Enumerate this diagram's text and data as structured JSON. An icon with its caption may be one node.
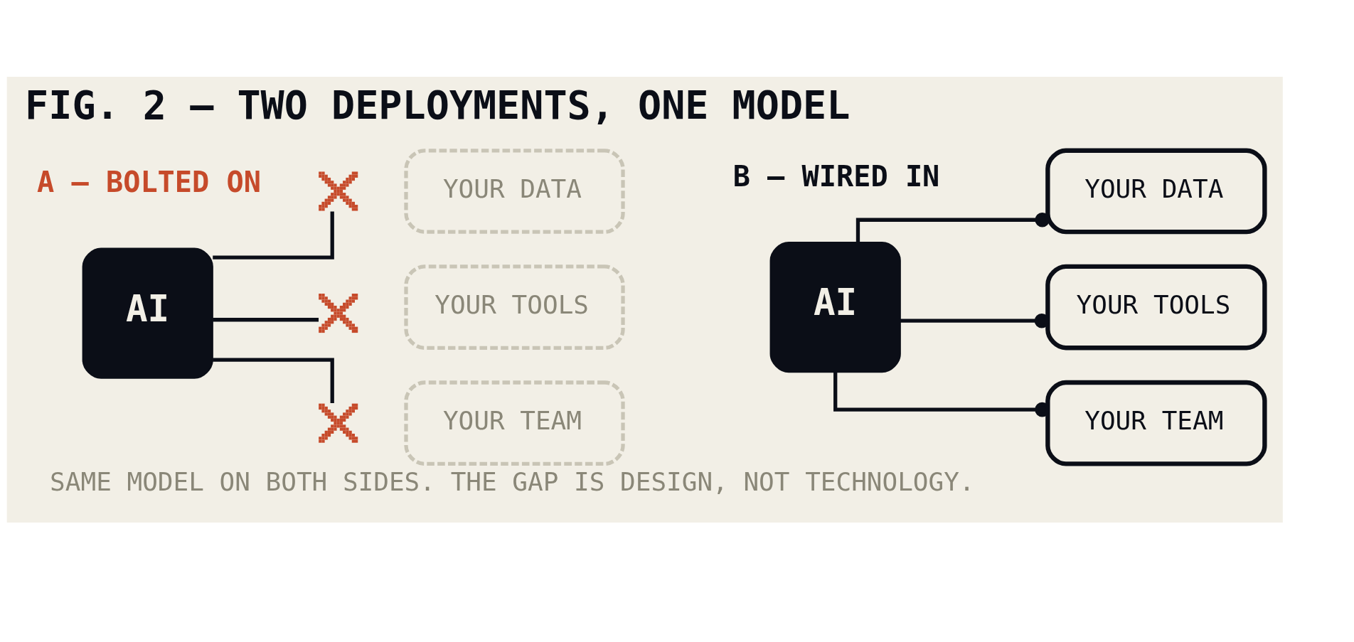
{
  "diagram": {
    "title": "FIG. 2 — TWO DEPLOYMENTS, ONE MODEL",
    "caption": "SAME MODEL ON BOTH SIDES. THE GAP IS DESIGN, NOT TECHNOLOGY.",
    "nodes": [
      {
        "text": [
          "AI"
        ]
      },
      {
        "text": [],
        "shape": "cross"
      },
      {
        "text": [],
        "shape": "cross"
      },
      {
        "text": [],
        "shape": "cross"
      },
      {
        "text": [
          "YOUR DATA"
        ]
      },
      {
        "text": [
          "YOUR TOOLS"
        ]
      },
      {
        "text": [
          "YOUR TEAM"
        ]
      },
      {
        "text": [
          "AI"
        ]
      },
      {
        "text": [
          "YOUR DATA"
        ]
      },
      {
        "text": [
          "YOUR TOOLS"
        ]
      },
      {
        "text": [
          "YOUR TEAM"
        ]
      }
    ],
    "edges": [
      {
        "from": 0,
        "to": 1,
        "arrow": "none"
      },
      {
        "from": 0,
        "to": 2,
        "arrow": "none"
      },
      {
        "from": 0,
        "to": 3,
        "arrow": "none"
      },
      {
        "from": 7,
        "to": 8,
        "arrow": "other"
      },
      {
        "from": 7,
        "to": 9,
        "arrow": "other"
      },
      {
        "from": 7,
        "to": 10,
        "arrow": "other"
      }
    ],
    "labels": [
      "A — BOLTED ON",
      "B — WIRED IN"
    ]
  }
}
